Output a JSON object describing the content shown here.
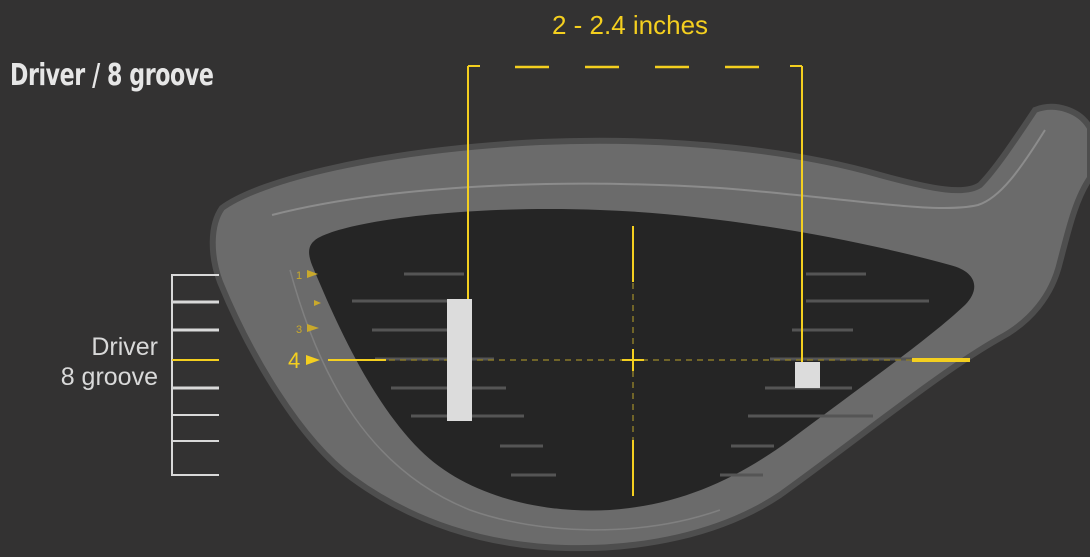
{
  "title": "Driver / 8 groove",
  "dimension": {
    "label": "2 - 2.4 inches"
  },
  "side_label": {
    "line1": "Driver",
    "line2": "8 groove"
  },
  "level_markers": [
    {
      "label": "1",
      "active": false
    },
    {
      "label": "",
      "active": false
    },
    {
      "label": "3",
      "active": false
    },
    {
      "label": "4",
      "active": true
    }
  ],
  "colors": {
    "background": "#333232",
    "accent": "#f4cf1f",
    "club_body": "#6b6b6b",
    "face": "#252525",
    "groove": "#555555",
    "bar": "#dcdcdc"
  }
}
